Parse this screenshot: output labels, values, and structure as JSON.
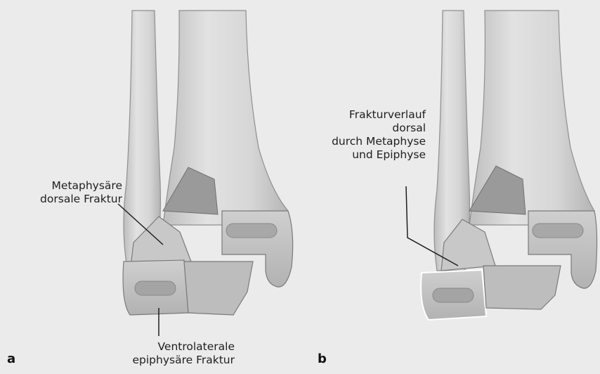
{
  "panels": [
    {
      "letter": "a",
      "labels": {
        "metaphyseal": [
          "Metaphysäre",
          "dorsale Fraktur"
        ],
        "epiphyseal": [
          "Ventrolaterale",
          "epiphysäre Fraktur"
        ]
      }
    },
    {
      "letter": "b",
      "labels": {
        "course": [
          "Frakturverlauf",
          "dorsal",
          "durch Metaphyse",
          "und Epiphyse"
        ]
      }
    }
  ],
  "colors": {
    "background": "#ebebeb",
    "bone_light": "#dcdcdc",
    "bone_mid": "#c4c4c4",
    "bone_dark": "#9a9a9a",
    "fracture_dark": "#8a8a8a",
    "outline": "#7a7a7a",
    "leader": "#1e1e1e"
  }
}
